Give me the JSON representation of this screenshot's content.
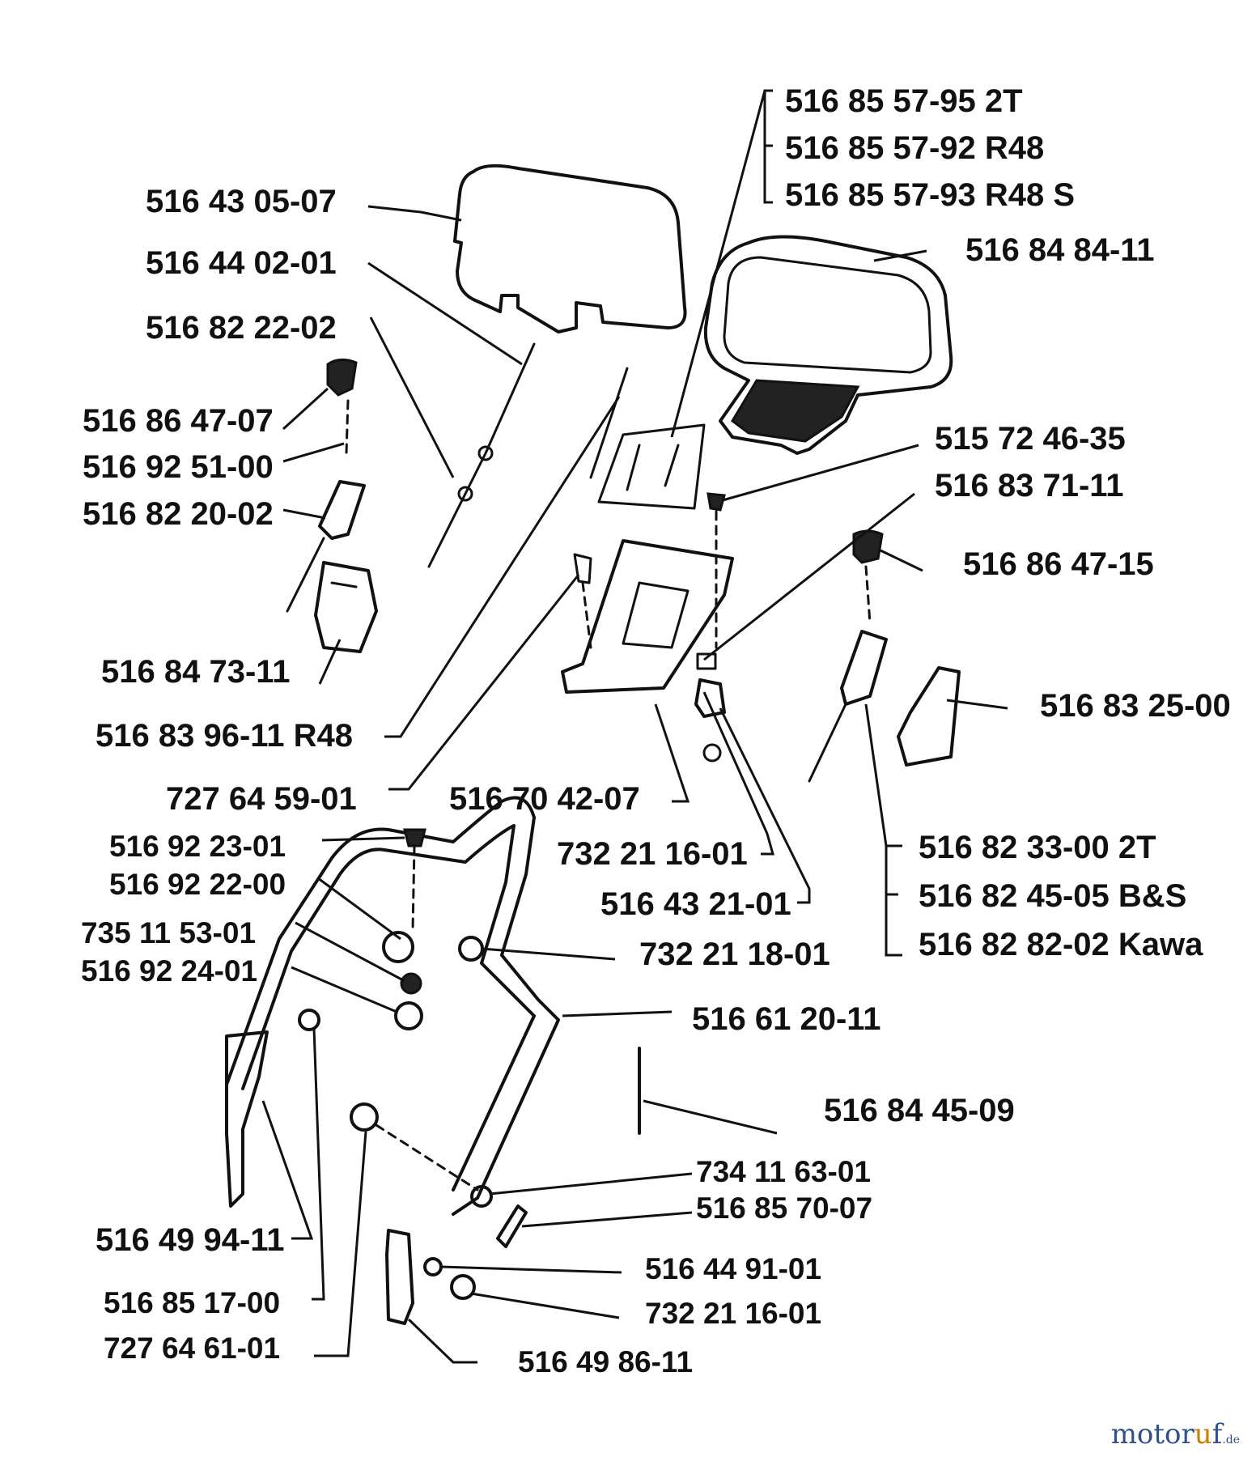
{
  "labels": {
    "l01": "516 85 57-95 2T",
    "l02": "516 85 57-92 R48",
    "l03": "516 85 57-93 R48 S",
    "l04": "516 43 05-07",
    "l05": "516 84 84-11",
    "l06": "516 44 02-01",
    "l07": "516 82 22-02",
    "l08": "516 86 47-07",
    "l09": "516 92 51-00",
    "l10": "516 82 20-02",
    "l11": "515 72 46-35",
    "l12": "516 83 71-11",
    "l13": "516 86 47-15",
    "l14": "516 84 73-11",
    "l15": "516 83 25-00",
    "l16": "516 83 96-11 R48",
    "l17": "727 64 59-01",
    "l18": "516 70 42-07",
    "l19": "516 92 23-01",
    "l20": "732 21 16-01",
    "l21": "516 82 33-00 2T",
    "l22": "516 92 22-00",
    "l23": "516 43 21-01",
    "l24": "516 82 45-05 B&S",
    "l25": "735 11 53-01",
    "l26": "732 21 18-01",
    "l27": "516 82 82-02 Kawa",
    "l28": "516 92 24-01",
    "l29": "516 61 20-11",
    "l30": "516 84 45-09",
    "l31": "734 11 63-01",
    "l32": "516 85 70-07",
    "l33": "516 49 94-11",
    "l34": "516 44 91-01",
    "l35": "516 85 17-00",
    "l36": "732 21 16-01",
    "l37": "727 64 61-01",
    "l38": "516 49 86-11"
  },
  "watermark": {
    "brand_a": "motor",
    "brand_u": "u",
    "brand_b": "f",
    "tld": ".de"
  }
}
